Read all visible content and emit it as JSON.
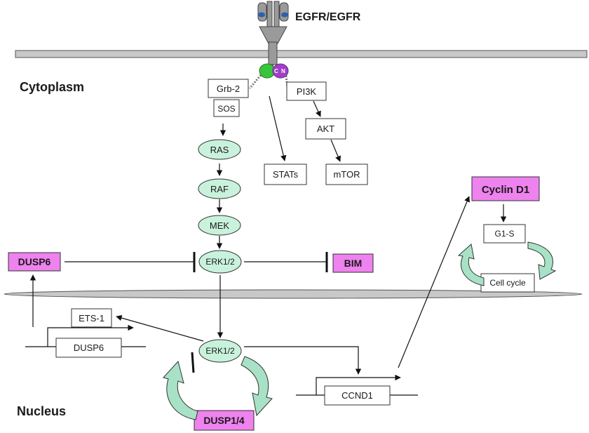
{
  "colors": {
    "pink": "#ee82ee",
    "green_node": "#c9f2dc",
    "green_cycle": "#a8e2c6",
    "membrane": "#c8c8c8",
    "receptor": "#9a9a9a",
    "receptor_blue": "#2d5fb0",
    "kinase_green": "#39c43c",
    "kinase_purple": "#a040c8"
  },
  "labels": {
    "egfr": "EGFR/EGFR",
    "cytoplasm": "Cytoplasm",
    "nucleus": "Nucleus",
    "cn_left": "C",
    "cn_right": "N"
  },
  "boxes": {
    "grb2": "Grb-2",
    "sos": "SOS",
    "pi3k": "PI3K",
    "akt": "AKT",
    "stats": "STATs",
    "mtor": "mTOR",
    "g1s": "G1-S",
    "cell_cycle": "Cell cycle",
    "ets1": "ETS-1",
    "dusp6_gene": "DUSP6",
    "ccnd1": "CCND1"
  },
  "ellipses": {
    "ras": "RAS",
    "raf": "RAF",
    "mek": "MEK",
    "erk_cyto": "ERK1/2",
    "erk_nuc": "ERK1/2"
  },
  "pink_boxes": {
    "dusp6": "DUSP6",
    "bim": "BIM",
    "cyclin_d1": "Cyclin D1",
    "dusp14": "DUSP1/4"
  }
}
